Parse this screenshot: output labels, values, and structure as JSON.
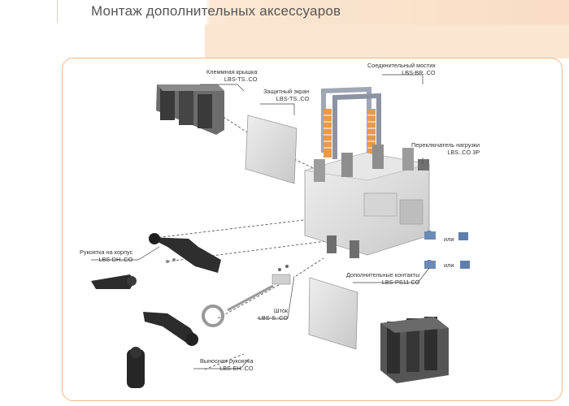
{
  "page": {
    "title": "Монтаж дополнительных аксессуаров"
  },
  "colors": {
    "accent_border": "#f4b886",
    "peach_fill": "#fbe6d2",
    "copper": "#e89a4a"
  },
  "parts": {
    "terminal_cover": {
      "name": "Клеммная крышка",
      "code": "LBS-TS..CO"
    },
    "protective_screen": {
      "name": "Защитный экран",
      "code": "LBS-TS..CO"
    },
    "bridge": {
      "name": "Соединительный мостик",
      "code": "LBS-BR..CO"
    },
    "load_switch": {
      "name": "Переключатель нагрузки",
      "code": "LBS..CO 3P"
    },
    "body_handle": {
      "name": "Рукоятка на корпус",
      "code": "LBS-DH..CO"
    },
    "aux_contacts": {
      "name": "Дополнительные контакты",
      "code": "LBS-PS11 CO"
    },
    "shaft": {
      "name": "Шток",
      "code": "LBS-S..CO"
    },
    "remote_handle": {
      "name": "Выносная рукоятка",
      "code": "LBS-EH..CO"
    }
  },
  "or_labels": [
    "или",
    "или"
  ]
}
